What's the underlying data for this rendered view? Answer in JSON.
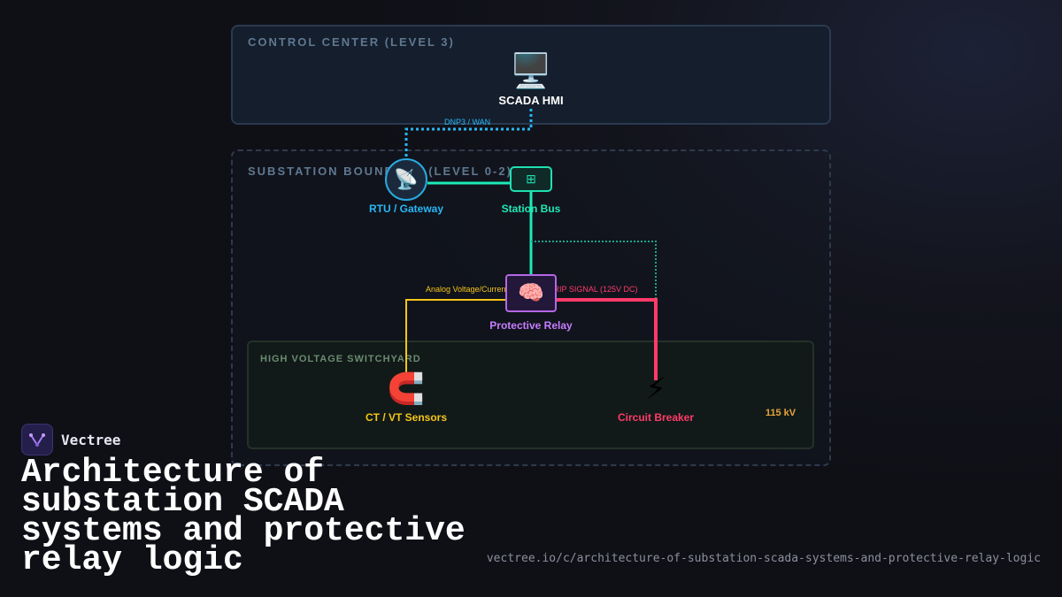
{
  "zones": {
    "control": "CONTROL CENTER (LEVEL 3)",
    "substation": "SUBSTATION BOUNDARY (LEVEL 0-2)",
    "hv": "HIGH VOLTAGE SWITCHYARD"
  },
  "nodes": {
    "scada_hmi": {
      "label": "SCADA HMI",
      "icon": "desktop-computer-icon",
      "color": "#ffffff"
    },
    "rtu_gateway": {
      "label": "RTU / Gateway",
      "icon": "satellite-antenna-icon",
      "color": "#29b6f6"
    },
    "station_bus": {
      "label": "Station Bus",
      "icon": "network-switch-icon",
      "color": "#1de9b6"
    },
    "protective_relay": {
      "label": "Protective Relay",
      "icon": "brain-icon",
      "color": "#c77dff"
    },
    "ct_vt_sensors": {
      "label": "CT / VT Sensors",
      "icon": "magnet-icon",
      "color": "#f5c518"
    },
    "circuit_breaker": {
      "label": "Circuit Breaker",
      "icon": "lightning-bolt-icon",
      "color": "#ff3b6b"
    }
  },
  "edges": {
    "dnp3": "DNP3 / WAN",
    "analog": "Analog Voltage/Current",
    "trip": "TRIP SIGNAL (125V DC)"
  },
  "voltage": "115 kV",
  "brand": {
    "name": "Vectree"
  },
  "title": "Architecture of substation SCADA systems and protective relay logic",
  "url": "vectree.io/c/architecture-of-substation-scada-systems-and-protective-relay-logic"
}
